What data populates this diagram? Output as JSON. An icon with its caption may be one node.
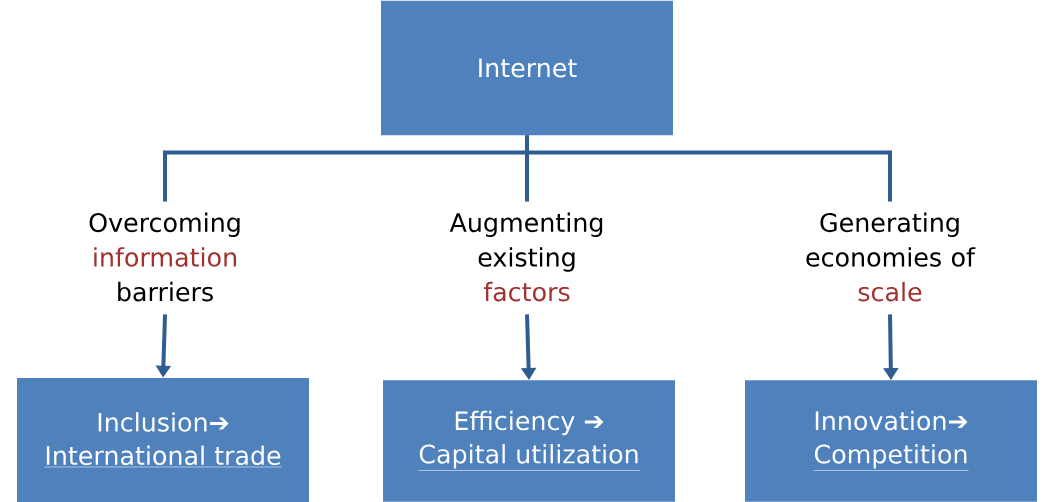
{
  "diagram": {
    "nodes": [
      {
        "text": [
          "Internet"
        ]
      },
      {
        "text": [
          "Overcoming",
          "information",
          "barriers"
        ]
      },
      {
        "text": [
          "Augmenting existing",
          "factors"
        ]
      },
      {
        "text": [
          "Generating economies of",
          "scale"
        ]
      },
      {
        "text": [
          "Inclusion➔",
          "International trade"
        ]
      },
      {
        "text": [
          "Efficiency ➔",
          "Capital utilization"
        ]
      },
      {
        "text": [
          "Innovation➔",
          "Competition"
        ]
      }
    ],
    "edges": [
      {
        "from": 0,
        "to": 1,
        "arrow": "none"
      },
      {
        "from": 0,
        "to": 2,
        "arrow": "none"
      },
      {
        "from": 0,
        "to": 3,
        "arrow": "none"
      },
      {
        "from": 1,
        "to": 4,
        "arrow": "to"
      },
      {
        "from": 2,
        "to": 5,
        "arrow": "to"
      },
      {
        "from": 3,
        "to": 6,
        "arrow": "to"
      }
    ]
  }
}
